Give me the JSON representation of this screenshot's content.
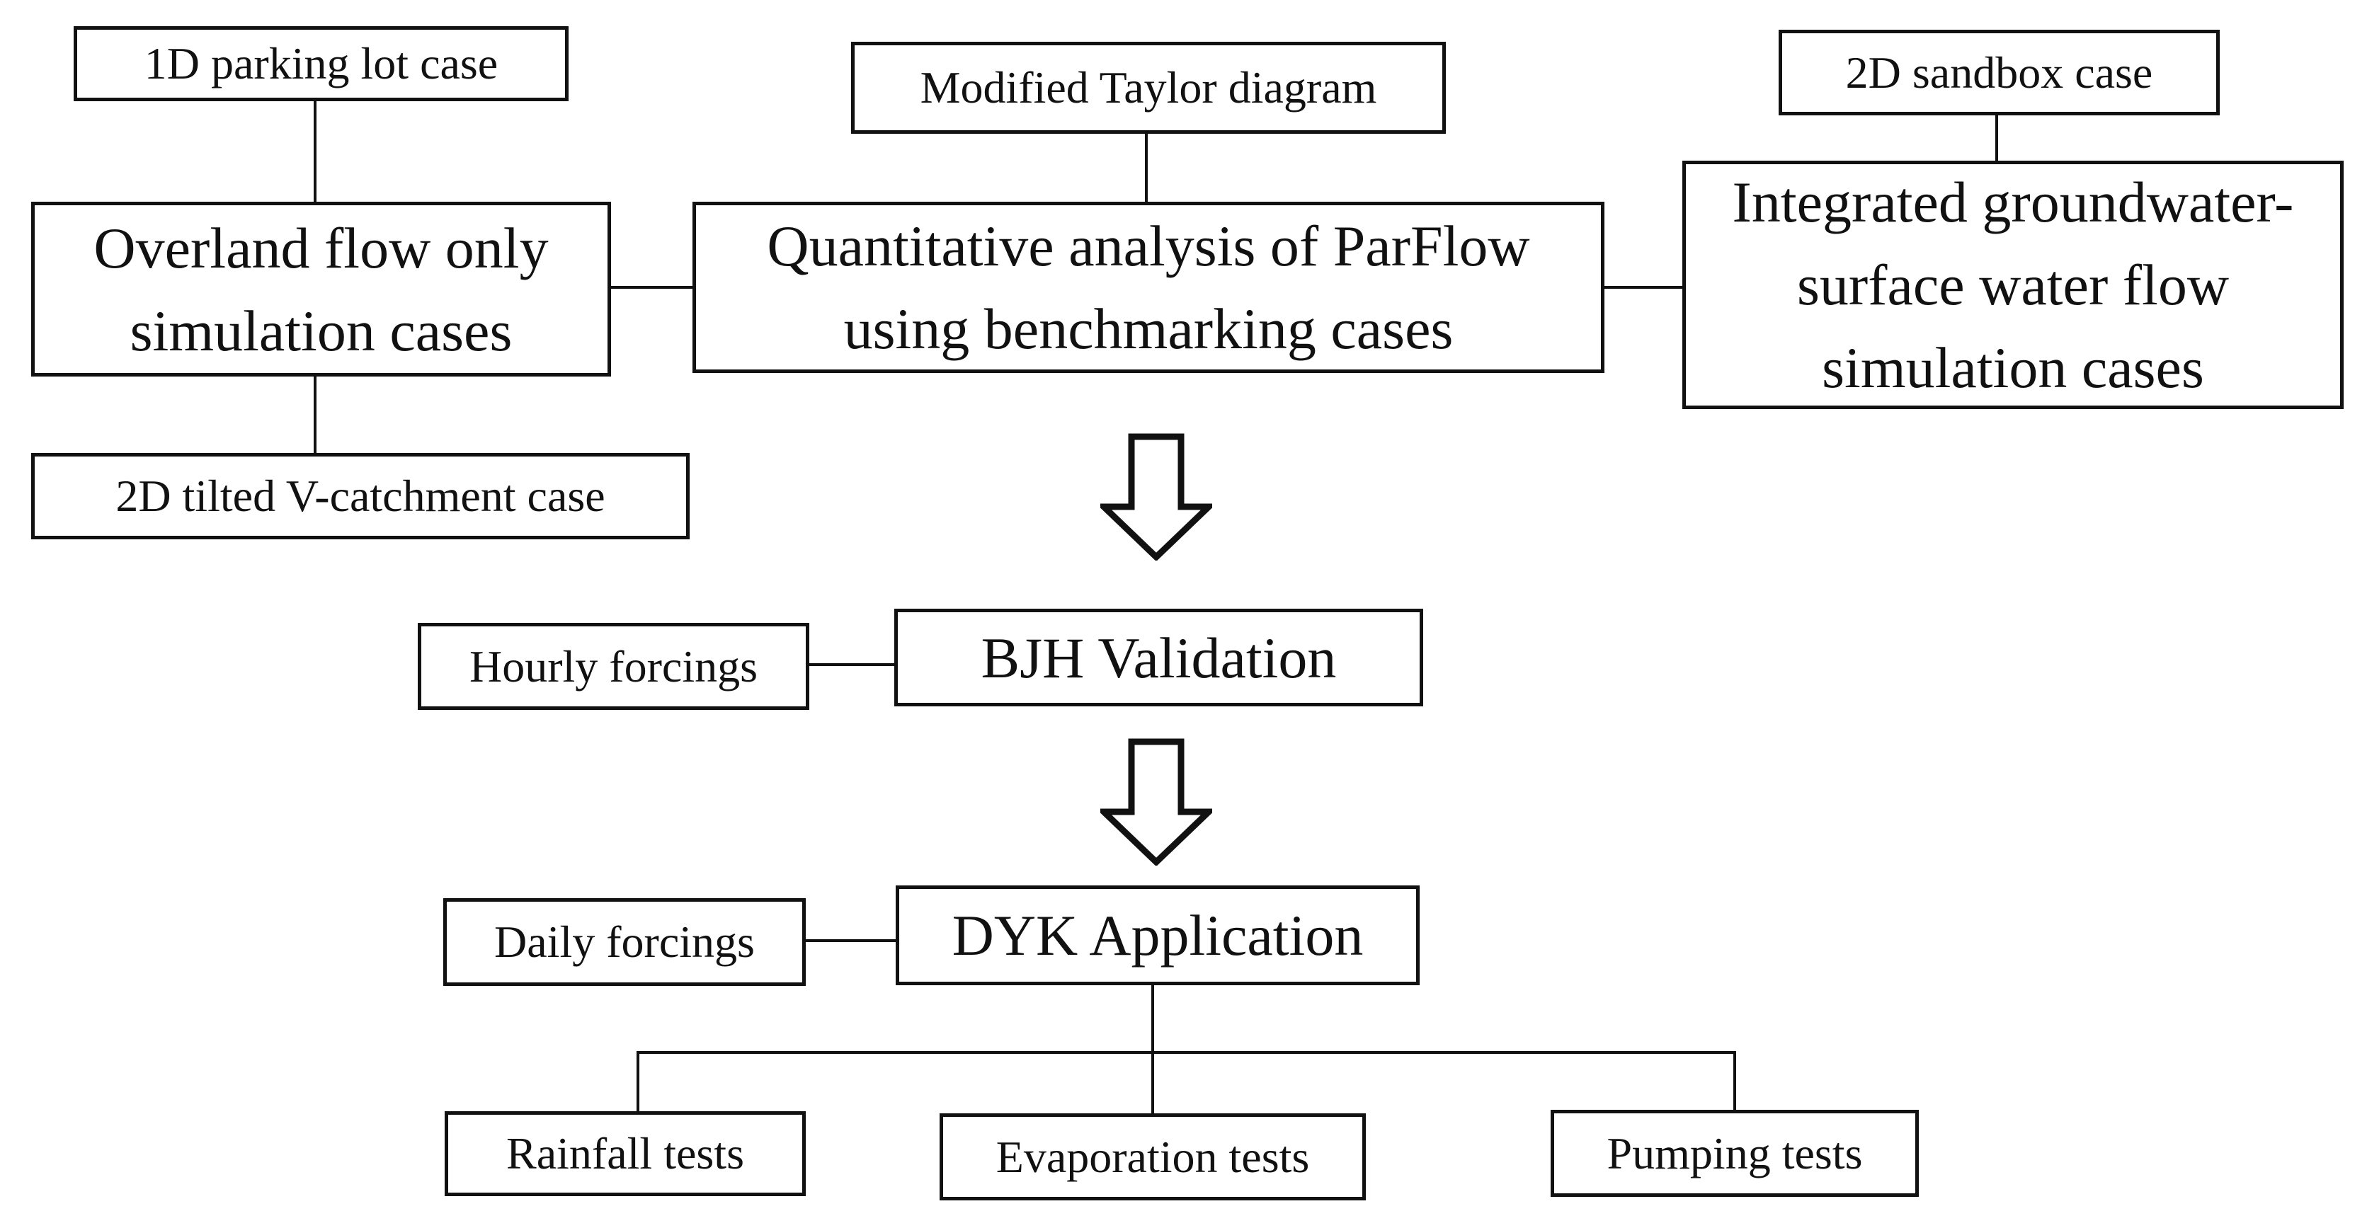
{
  "diagram": {
    "title": "ParFlow benchmarking flowchart",
    "background_color": "#ffffff",
    "line_color": "#111111",
    "text_color": "#111111",
    "nodes": {
      "parking_lot": {
        "label": "1D parking lot case"
      },
      "taylor": {
        "label": "Modified Taylor diagram"
      },
      "sandbox": {
        "label": "2D sandbox case"
      },
      "overland": {
        "label": "Overland flow only simulation cases"
      },
      "quantitative": {
        "label": "Quantitative analysis of ParFlow using benchmarking cases"
      },
      "integrated": {
        "label": "Integrated groundwater-surface water flow simulation cases"
      },
      "v_catchment": {
        "label": "2D tilted V-catchment case"
      },
      "hourly": {
        "label": "Hourly forcings"
      },
      "bjh": {
        "label": "BJH Validation"
      },
      "daily": {
        "label": "Daily forcings"
      },
      "dyk": {
        "label": "DYK Application"
      },
      "rainfall": {
        "label": "Rainfall tests"
      },
      "evaporation": {
        "label": "Evaporation tests"
      },
      "pumping": {
        "label": "Pumping tests"
      }
    },
    "icons": {
      "down_arrow": "down-block-arrow"
    }
  }
}
